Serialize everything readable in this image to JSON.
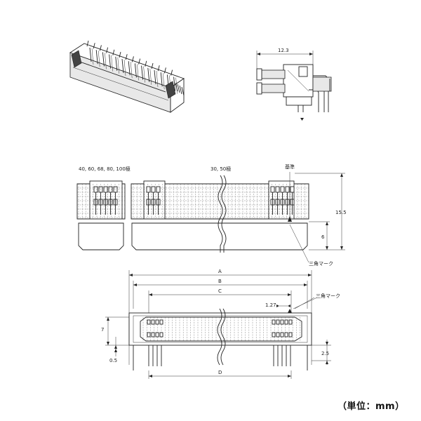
{
  "labels": {
    "top_width": "12.3",
    "variant_many": "40, 60, 68, 80, 100極",
    "variant_few": "30, 50極",
    "reference": "基準",
    "height_total": "15.5",
    "height_lower": "6",
    "triangle_mark_1": "三角マーク",
    "dim_a": "A",
    "dim_b": "B",
    "dim_c": "C",
    "pitch": "1.27",
    "triangle_mark_2": "三角マーク",
    "dim_7": "7",
    "dim_05": "0.5",
    "dim_25": "2.5",
    "dim_d": "D",
    "units": "（単位：mm）"
  },
  "colors": {
    "line": "#222222",
    "background": "#ffffff"
  }
}
